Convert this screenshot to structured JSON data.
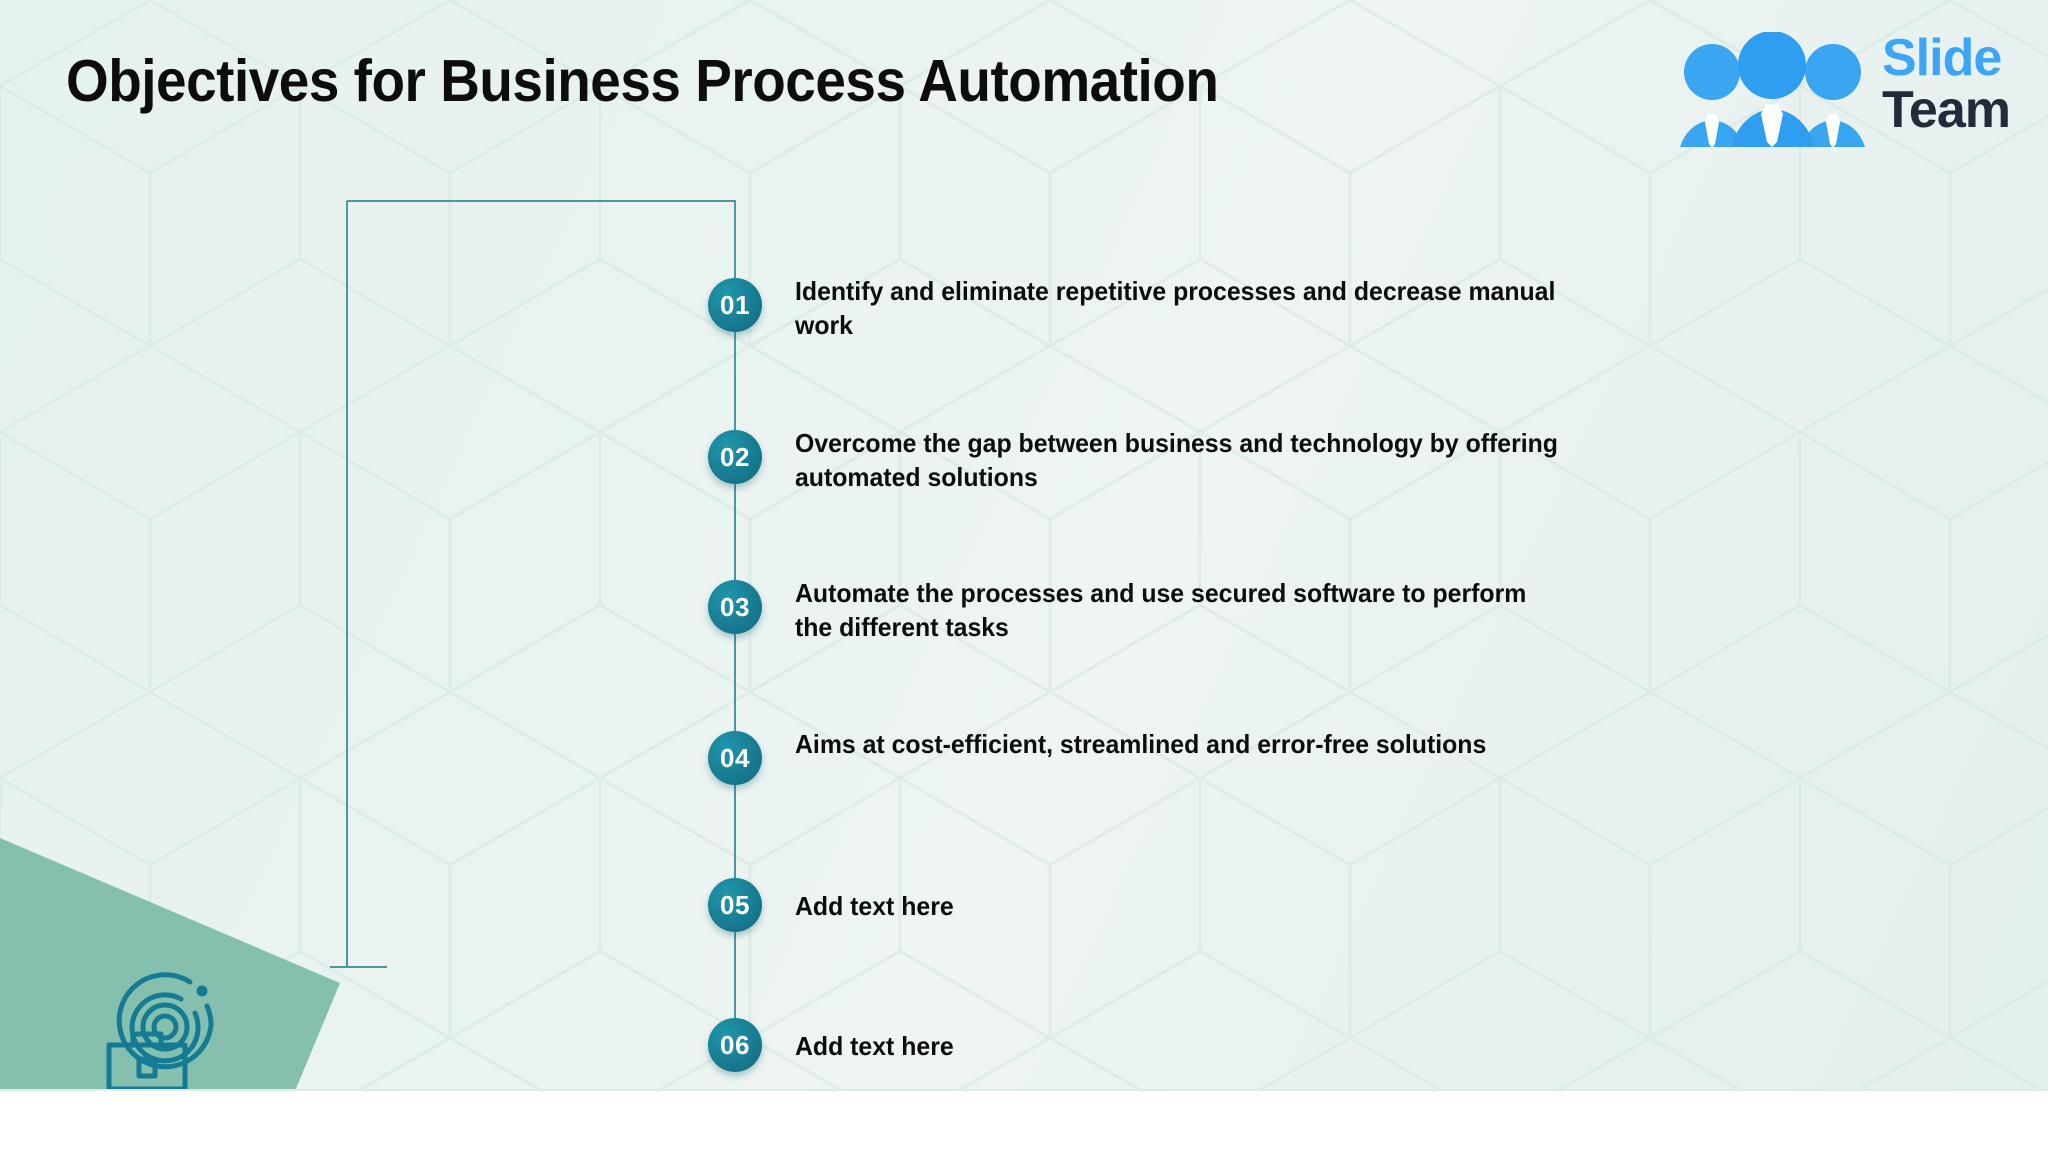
{
  "slide": {
    "title": "Objectives for Business Process Automation",
    "background_color": "#e8f2ef",
    "accent_color": "#17798f",
    "shape_color": "#85c0af",
    "line_color": "#4c97a4",
    "text_color": "#0d0d0d"
  },
  "logo": {
    "brand_line1": "Slide",
    "brand_line2": "Team",
    "line1_color": "#3da5f5",
    "line2_color": "#232b3a",
    "icon_name": "three-people-group-icon"
  },
  "decor": {
    "icon_name": "target-briefcase-icon",
    "icon_color": "#157a93",
    "polygon_name": "green-angled-polygon",
    "bracket_name": "left-bracket-connector"
  },
  "timeline": {
    "items": [
      {
        "number": "01",
        "text": "Identify and eliminate repetitive processes and decrease manual work"
      },
      {
        "number": "02",
        "text": "Overcome the gap between business and technology by offering automated solutions"
      },
      {
        "number": "03",
        "text": "Automate the processes and use secured software to perform the different tasks"
      },
      {
        "number": "04",
        "text": "Aims at cost-efficient, streamlined and error-free solutions"
      },
      {
        "number": "05",
        "text": "Add text here"
      },
      {
        "number": "06",
        "text": "Add text here"
      }
    ]
  }
}
